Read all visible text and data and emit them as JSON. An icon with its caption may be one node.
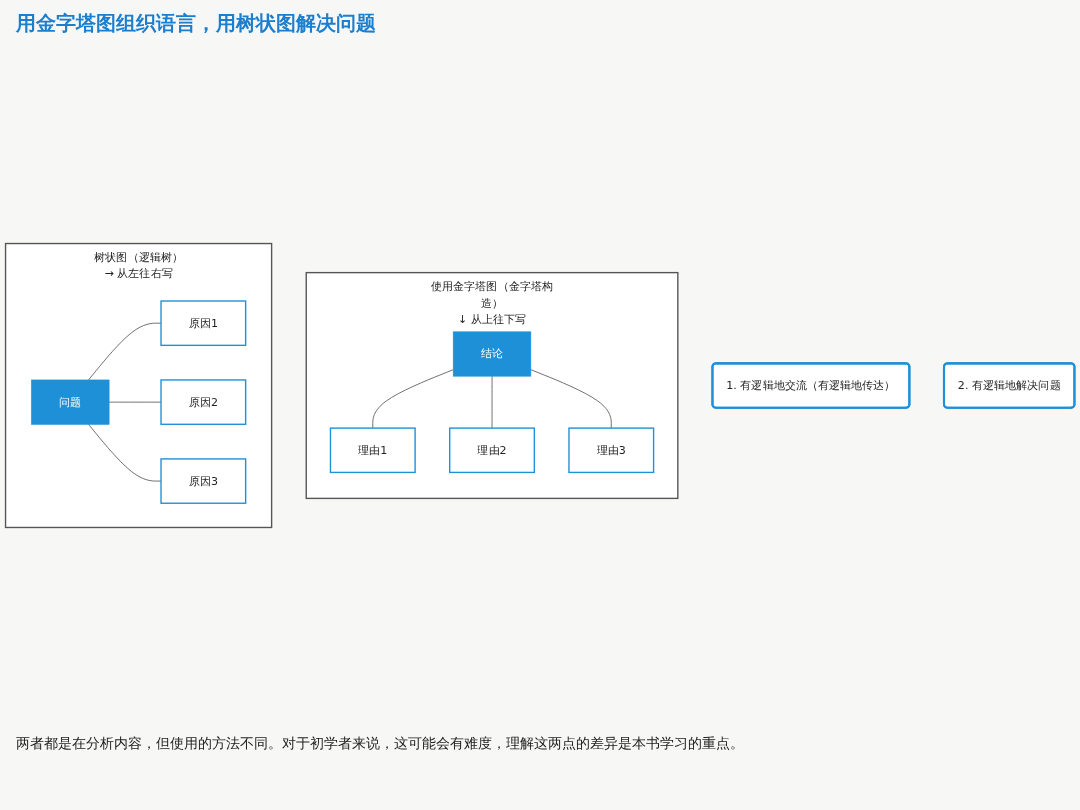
{
  "diagram": {
    "title": "用金字塔图组织语言，用树状图解决问题",
    "caption": "两者都是在分析内容，但使用的方法不同。对于初学者来说，这可能会有难度，理解这两点的差异是本书学习的重点。",
    "nodes": [
      {
        "text": [
          "1. 有逻辑地交流（有逻辑地传达）"
        ]
      },
      {
        "text": [
          "使用金字塔图（金字塔构造）",
          "↓ 从上往下写"
        ]
      },
      {
        "text": [
          "结论"
        ],
        "in": 1
      },
      {
        "text": [
          "理由1"
        ],
        "in": 1
      },
      {
        "text": [
          "理由2"
        ],
        "in": 1
      },
      {
        "text": [
          "理由3"
        ],
        "in": 1
      },
      {
        "text": [
          "2. 有逻辑地解决问题"
        ]
      },
      {
        "text": [
          "树状图（逻辑树）",
          "→ 从左往右写"
        ]
      },
      {
        "text": [
          "问题"
        ],
        "in": 7
      },
      {
        "text": [
          "原因1"
        ],
        "in": 7
      },
      {
        "text": [
          "原因2"
        ],
        "in": 7
      },
      {
        "text": [
          "原因3"
        ],
        "in": 7
      }
    ],
    "edges": [
      {
        "from": 2,
        "to": 3,
        "arrow": "none"
      },
      {
        "from": 2,
        "to": 4,
        "arrow": "none"
      },
      {
        "from": 2,
        "to": 5,
        "arrow": "none"
      },
      {
        "from": 8,
        "to": 9,
        "arrow": "none"
      },
      {
        "from": 8,
        "to": 10,
        "arrow": "none"
      },
      {
        "from": 8,
        "to": 11,
        "arrow": "none"
      }
    ]
  }
}
